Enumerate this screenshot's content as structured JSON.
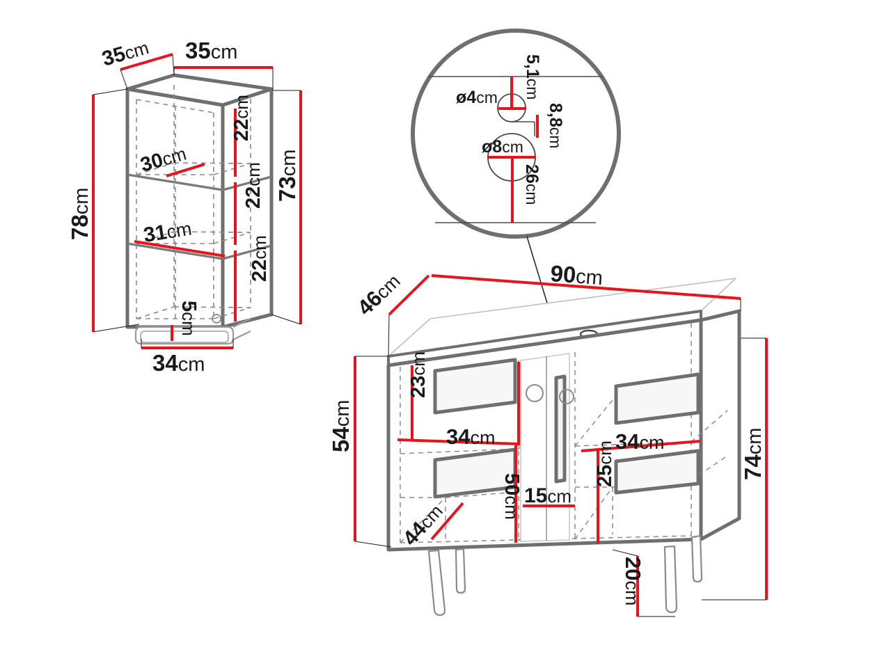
{
  "document": {
    "type": "furniture-technical-drawing",
    "unit": "cm",
    "colors": {
      "dimension_line": "#e8141b",
      "outline": "#6f6f6f",
      "hidden_line": "#8a8a8a",
      "text": "#1a1a1a",
      "background": "#ffffff"
    }
  },
  "tall_cabinet": {
    "name": "tall-side-cabinet",
    "dimensions": {
      "depth_top_left": {
        "value": "35",
        "unit": "cm"
      },
      "width_top_right": {
        "value": "35",
        "unit": "cm"
      },
      "total_height": {
        "value": "78",
        "unit": "cm"
      },
      "body_height": {
        "value": "73",
        "unit": "cm"
      },
      "shelf_depth": {
        "value": "30",
        "unit": "cm"
      },
      "shelf_width": {
        "value": "31",
        "unit": "cm"
      },
      "compartment_1": {
        "value": "22",
        "unit": "cm"
      },
      "compartment_2": {
        "value": "22",
        "unit": "cm"
      },
      "compartment_3": {
        "value": "22",
        "unit": "cm"
      },
      "base_height": {
        "value": "5",
        "unit": "cm"
      },
      "base_width": {
        "value": "34",
        "unit": "cm"
      }
    }
  },
  "detail_circle": {
    "name": "tap-hole-detail",
    "dimensions": {
      "edge_to_small_hole": {
        "value": "5,1",
        "unit": "cm"
      },
      "small_hole_diameter": {
        "value": "ø4",
        "unit": "cm"
      },
      "between_holes": {
        "value": "8,8",
        "unit": "cm"
      },
      "large_hole_diameter": {
        "value": "ø8",
        "unit": "cm"
      },
      "large_hole_to_front": {
        "value": "26",
        "unit": "cm"
      }
    }
  },
  "vanity_cabinet": {
    "name": "washbasin-vanity-unit",
    "dimensions": {
      "depth": {
        "value": "46",
        "unit": "cm"
      },
      "width": {
        "value": "90",
        "unit": "cm"
      },
      "body_height": {
        "value": "54",
        "unit": "cm"
      },
      "total_height": {
        "value": "74",
        "unit": "cm"
      },
      "left_drawer_height": {
        "value": "23",
        "unit": "cm"
      },
      "left_drawer_width": {
        "value": "34",
        "unit": "cm"
      },
      "right_drawer_width": {
        "value": "34",
        "unit": "cm"
      },
      "right_drawer_height": {
        "value": "25",
        "unit": "cm"
      },
      "left_section_height": {
        "value": "50",
        "unit": "cm"
      },
      "inner_depth": {
        "value": "44",
        "unit": "cm"
      },
      "door_width": {
        "value": "15",
        "unit": "cm"
      },
      "leg_height": {
        "value": "20",
        "unit": "cm"
      }
    }
  }
}
